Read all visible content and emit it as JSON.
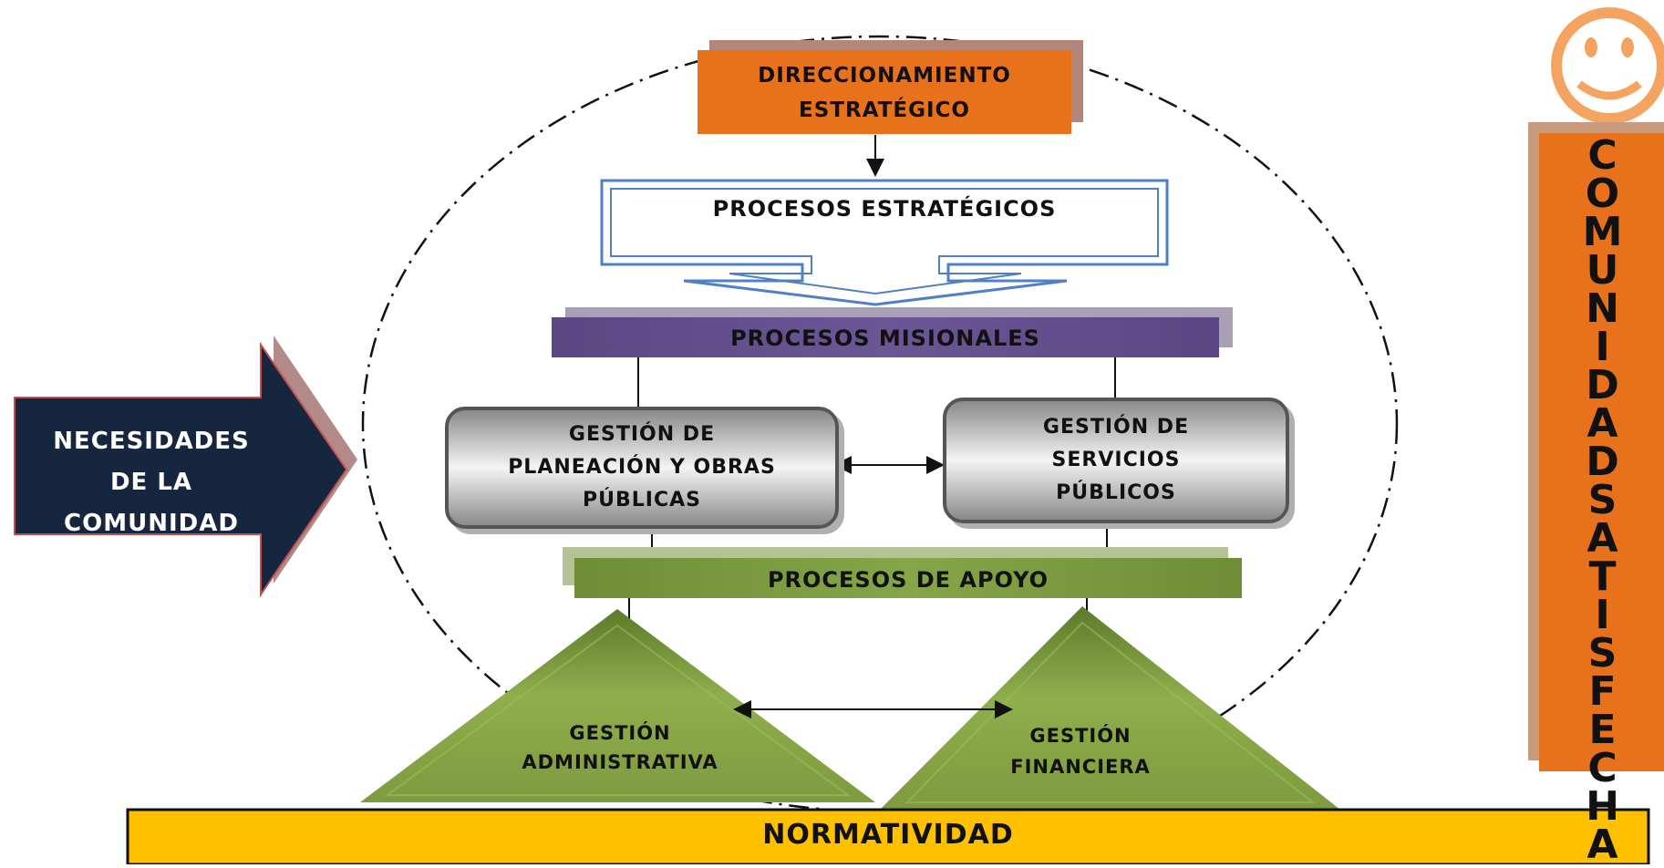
{
  "direccionamiento": {
    "line1": "DIRECCIONAMIENTO",
    "line2": "ESTRATÉGICO"
  },
  "procesos_estrategicos": "PROCESOS ESTRATÉGICOS",
  "procesos_misionales": "PROCESOS MISIONALES",
  "gestion_planeacion": {
    "line1": "GESTIÓN DE",
    "line2": "PLANEACIÓN Y OBRAS",
    "line3": "PÚBLICAS"
  },
  "gestion_servicios": {
    "line1": "GESTIÓN DE",
    "line2": "SERVICIOS",
    "line3": "PÚBLICOS"
  },
  "procesos_apoyo": "PROCESOS DE APOYO",
  "gestion_administrativa": {
    "line1": "GESTIÓN",
    "line2": "ADMINISTRATIVA"
  },
  "gestion_financiera": {
    "line1": "GESTIÓN",
    "line2": "FINANCIERA"
  },
  "normatividad": "NORMATIVIDAD",
  "necesidades": {
    "line1": "NECESIDADES",
    "line2": "DE LA",
    "line3": "COMUNIDAD"
  },
  "comunidad_satisfecha": {
    "word1": [
      "C",
      "O",
      "M",
      "U",
      "N",
      "I",
      "D",
      "A",
      "D"
    ],
    "word2": [
      "S",
      "A",
      "T",
      "I",
      "S",
      "F",
      "E",
      "C",
      "H",
      "A"
    ]
  },
  "colors": {
    "orange": "#e8721c",
    "purple": "#5e4a87",
    "green": "#7b9a3f",
    "yellow": "#ffc000",
    "navy": "#16263f",
    "blue_outline": "#4f7fc4"
  }
}
